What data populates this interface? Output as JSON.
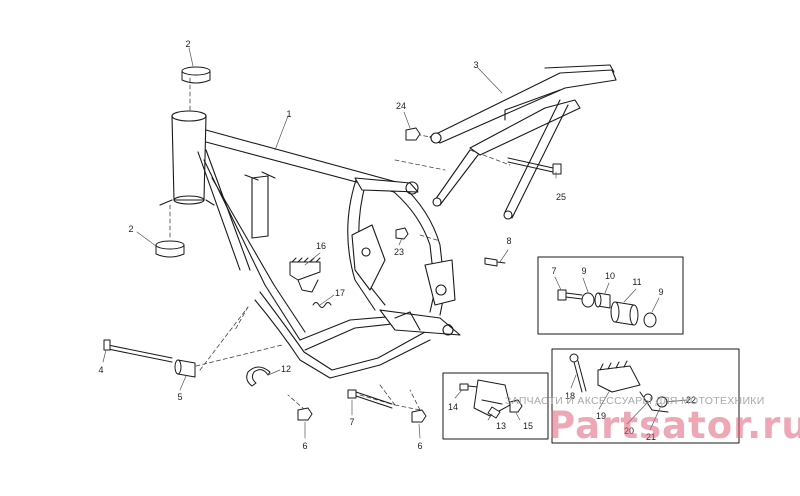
{
  "callouts": [
    {
      "id": "c1",
      "text": "1"
    },
    {
      "id": "c2a",
      "text": "2"
    },
    {
      "id": "c2b",
      "text": "2"
    },
    {
      "id": "c3",
      "text": "3"
    },
    {
      "id": "c4",
      "text": "4"
    },
    {
      "id": "c5",
      "text": "5"
    },
    {
      "id": "c6a",
      "text": "6"
    },
    {
      "id": "c6b",
      "text": "6"
    },
    {
      "id": "c7a",
      "text": "7"
    },
    {
      "id": "c7b",
      "text": "7"
    },
    {
      "id": "c8",
      "text": "8"
    },
    {
      "id": "c9a",
      "text": "9"
    },
    {
      "id": "c9b",
      "text": "9"
    },
    {
      "id": "c10",
      "text": "10"
    },
    {
      "id": "c11",
      "text": "11"
    },
    {
      "id": "c12",
      "text": "12"
    },
    {
      "id": "c13",
      "text": "13"
    },
    {
      "id": "c14",
      "text": "14"
    },
    {
      "id": "c15",
      "text": "15"
    },
    {
      "id": "c16",
      "text": "16"
    },
    {
      "id": "c17",
      "text": "17"
    },
    {
      "id": "c18",
      "text": "18"
    },
    {
      "id": "c19",
      "text": "19"
    },
    {
      "id": "c20",
      "text": "20"
    },
    {
      "id": "c21",
      "text": "21"
    },
    {
      "id": "c22",
      "text": "22"
    },
    {
      "id": "c23",
      "text": "23"
    },
    {
      "id": "c24",
      "text": "24"
    },
    {
      "id": "c25",
      "text": "25"
    }
  ],
  "watermark": {
    "tagline": "ЗАПЧАСТИ И АКСЕССУАРЫ ДЛЯ МОТОТЕХНИКИ",
    "brand": "Partsator.ru"
  },
  "colors": {
    "line": "#1a1a1a",
    "leader": "#555555",
    "watermark": "#e0607a"
  }
}
